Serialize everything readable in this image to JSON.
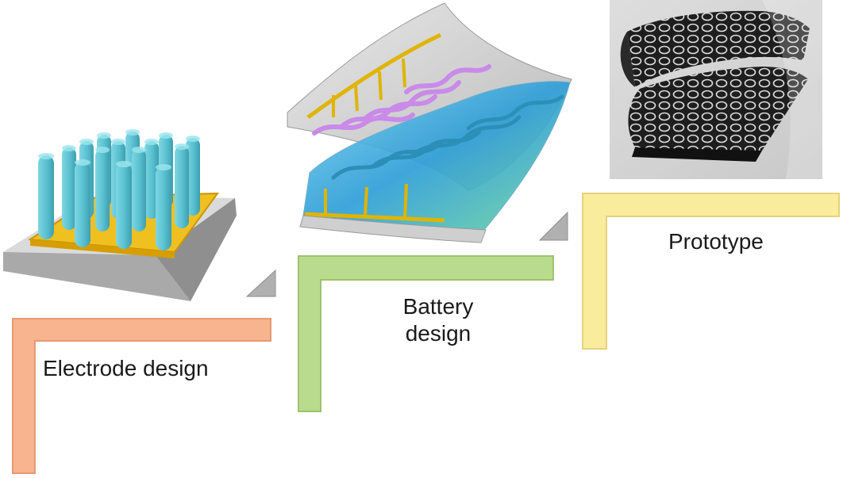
{
  "steps": [
    {
      "label": "Electrode design",
      "color": "#f7b48e"
    },
    {
      "label_line1": "Battery",
      "label_line2": "design",
      "color": "#b9db8d"
    },
    {
      "label": "Prototype",
      "color": "#f9ec9c"
    }
  ],
  "colors": {
    "electrode_pillar": "#5ec7d6",
    "gold_layer": "#e8b100",
    "substrate": "#c9c9c9",
    "arrow": "#b0b0b0"
  },
  "icons": [
    "step-arrow-icon"
  ]
}
